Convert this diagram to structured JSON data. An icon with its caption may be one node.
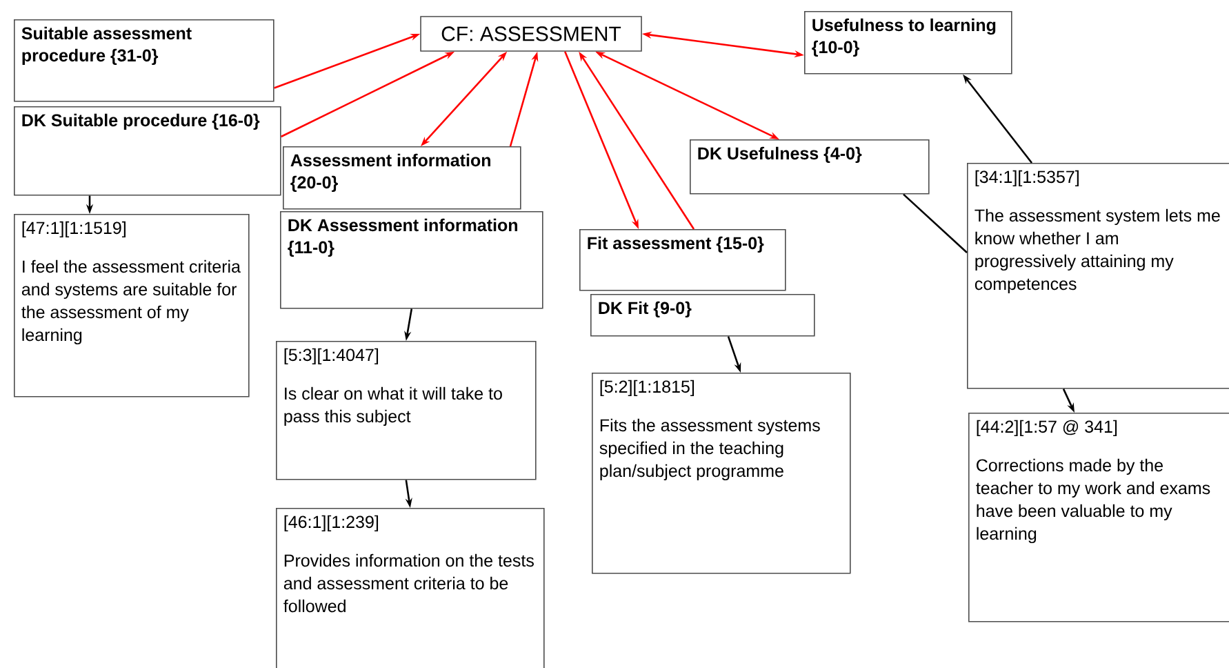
{
  "diagram": {
    "nodes": [
      {
        "text": [
          "CF: ASSESSMENT"
        ]
      },
      {
        "text": [
          "Suitable assessment procedure {31-0}"
        ]
      },
      {
        "text": [
          "Usefulness to learning {10-0}"
        ]
      },
      {
        "text": [
          "DK Suitable procedure {16-0}"
        ]
      },
      {
        "text": [
          "Assessment information {20-0}"
        ]
      },
      {
        "text": [
          "DK Usefulness {4-0}"
        ]
      },
      {
        "text": [
          "[34:1][1:5357]",
          "The assessment system lets me know whether I am progressively attaining my competences"
        ]
      },
      {
        "text": [
          "[47:1][1:1519]",
          "I feel the assessment criteria and systems are suitable for the assessment of my learning"
        ]
      },
      {
        "text": [
          "DK Assessment information {11-0}"
        ]
      },
      {
        "text": [
          "Fit assessment {15-0}"
        ]
      },
      {
        "text": [
          "DK Fit {9-0}"
        ]
      },
      {
        "text": [
          "[5:3][1:4047]",
          "Is clear on what it will take to pass this subject"
        ]
      },
      {
        "text": [
          "[5:2][1:1815]",
          "Fits the assessment systems specified in the teaching plan/subject programme"
        ]
      },
      {
        "text": [
          "[44:2][1:57 @ 341]",
          "Corrections made by the teacher to my work and exams have been valuable to my learning"
        ]
      },
      {
        "text": [
          "[46:1][1:239]",
          "Provides information on the tests and assessment criteria to be followed"
        ]
      }
    ],
    "edges": [
      {
        "from": 1,
        "to": 0,
        "arrow": "to"
      },
      {
        "from": 3,
        "to": 0,
        "arrow": "to"
      },
      {
        "from": 0,
        "to": 4,
        "arrow": "both"
      },
      {
        "from": 4,
        "to": 0,
        "arrow": "to"
      },
      {
        "from": 0,
        "to": 9,
        "arrow": "to"
      },
      {
        "from": 9,
        "to": 0,
        "arrow": "to"
      },
      {
        "from": 0,
        "to": 5,
        "arrow": "both"
      },
      {
        "from": 0,
        "to": 2,
        "arrow": "both"
      },
      {
        "from": 3,
        "to": 7,
        "arrow": "to",
        "color": "#000000"
      },
      {
        "from": 8,
        "to": 11,
        "arrow": "to",
        "color": "#000000"
      },
      {
        "from": 11,
        "to": 14,
        "arrow": "to",
        "color": "#000000"
      },
      {
        "from": 10,
        "to": 12,
        "arrow": "to",
        "color": "#000000"
      },
      {
        "from": 6,
        "to": 2,
        "arrow": "to",
        "color": "#000000"
      },
      {
        "from": 6,
        "to": 5,
        "arrow": "none",
        "color": "#000000"
      },
      {
        "from": 6,
        "to": 13,
        "arrow": "to",
        "color": "#000000"
      }
    ]
  }
}
